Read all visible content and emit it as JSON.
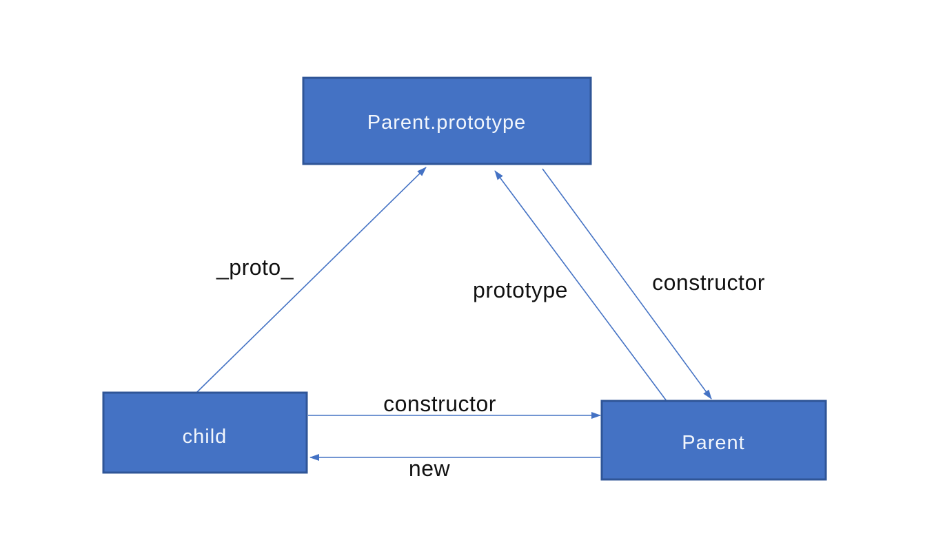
{
  "diagram": {
    "type": "prototype-chain-diagram",
    "nodes": [
      {
        "id": "parent-prototype",
        "label": "Parent.prototype"
      },
      {
        "id": "child",
        "label": "child"
      },
      {
        "id": "parent",
        "label": "Parent"
      }
    ],
    "edges": [
      {
        "id": "proto",
        "label": "_proto_",
        "from": "child",
        "to": "parent-prototype"
      },
      {
        "id": "prototype",
        "label": "prototype",
        "from": "parent",
        "to": "parent-prototype"
      },
      {
        "id": "constructor-diagonal",
        "label": "constructor",
        "from": "parent-prototype",
        "to": "parent"
      },
      {
        "id": "constructor-horizontal",
        "label": "constructor",
        "from": "child",
        "to": "parent"
      },
      {
        "id": "new",
        "label": "new",
        "from": "parent",
        "to": "child"
      }
    ],
    "colors": {
      "background": "#FFFFFF",
      "node_fill": "#4472C4",
      "node_border": "#2F5597",
      "node_text": "#F2F6FC",
      "arrow": "#4472C4",
      "edge_text": "#111111"
    }
  }
}
